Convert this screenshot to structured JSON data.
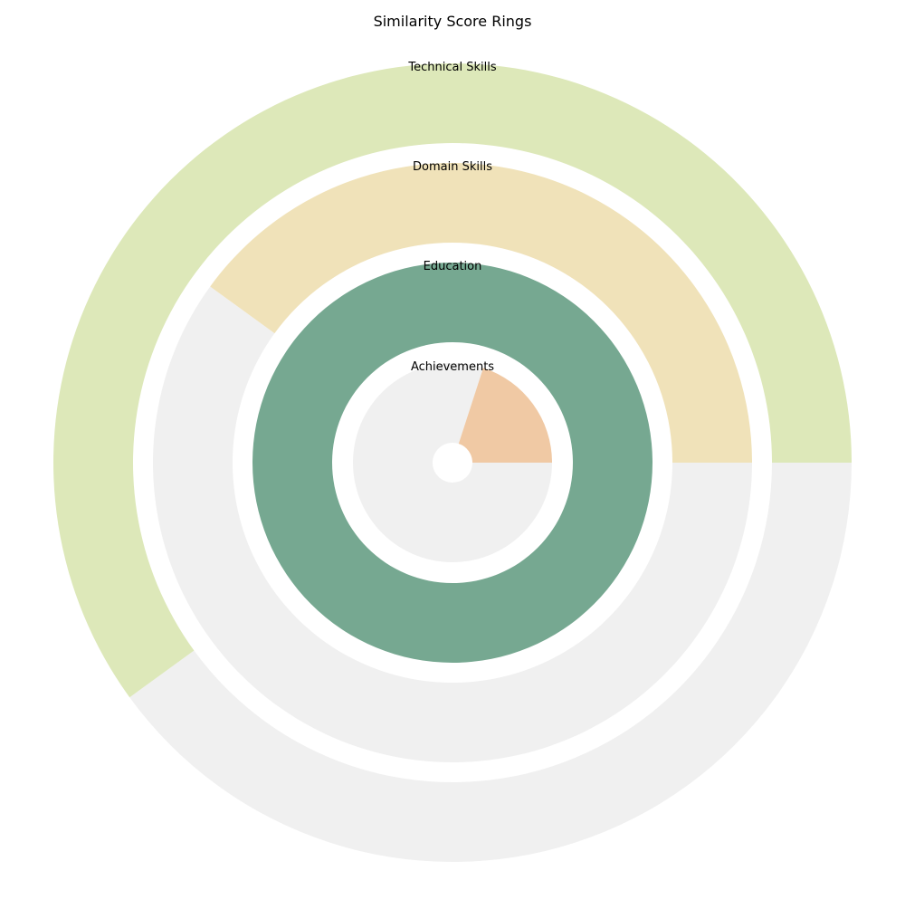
{
  "chart_data": {
    "type": "pie",
    "subtype": "concentric-progress-rings",
    "title": "Similarity Score Rings",
    "background_color": "#f0f0f0",
    "series": [
      {
        "name": "Technical Skills",
        "value": 0.6,
        "color": "#dde8b9"
      },
      {
        "name": "Domain Skills",
        "value": 0.4,
        "color": "#f0e2b9"
      },
      {
        "name": "Education",
        "value": 1.0,
        "color": "#76a891"
      },
      {
        "name": "Achievements",
        "value": 0.2,
        "color": "#f0c9a4"
      }
    ]
  }
}
